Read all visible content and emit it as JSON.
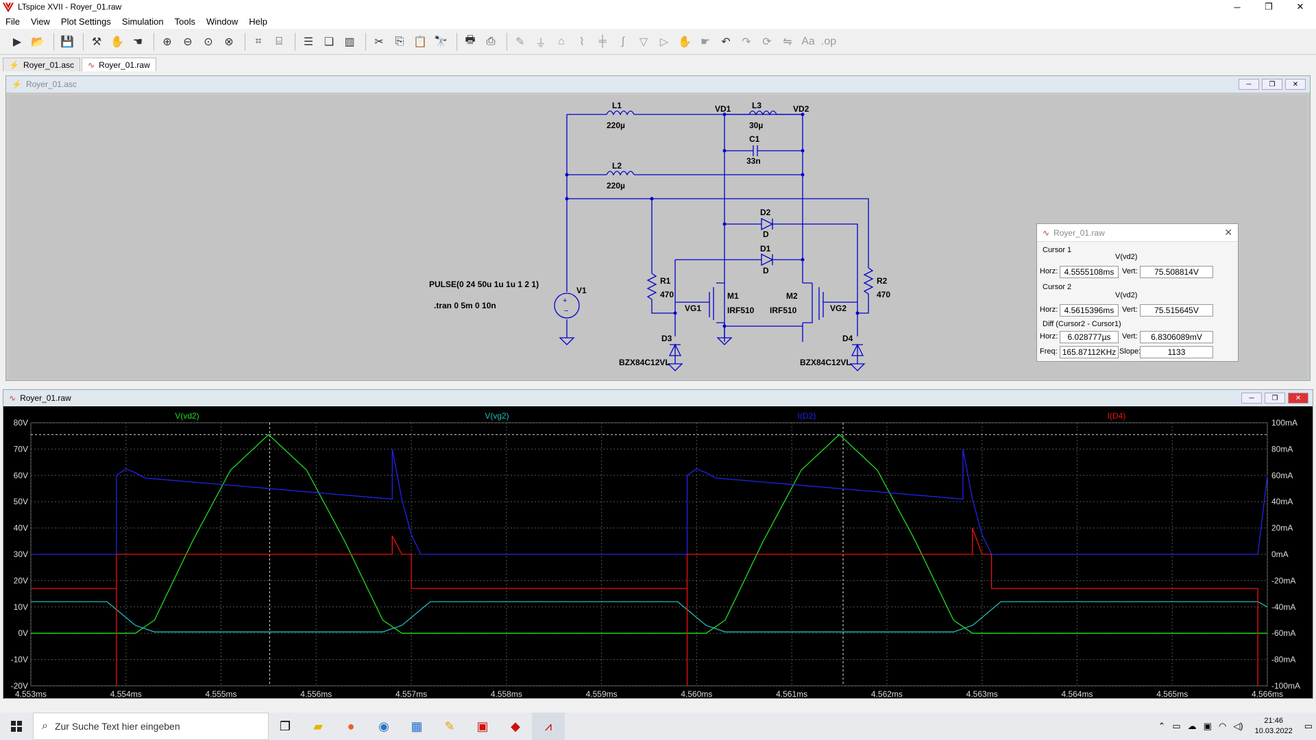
{
  "window": {
    "title": "LTspice XVII - Royer_01.raw"
  },
  "menu": [
    "File",
    "View",
    "Plot Settings",
    "Simulation",
    "Tools",
    "Window",
    "Help"
  ],
  "toolbar_icons": [
    "run-icon",
    "open-icon",
    "save-icon",
    "control-panel-icon",
    "halt-icon",
    "pan-icon",
    "zoom-in-icon",
    "zoom-out-icon",
    "zoom-fit-icon",
    "zoom-cancel-icon",
    "autoscale-icon",
    "autorange-icon",
    "tile-horizontal-icon",
    "cascade-icon",
    "tile-vertical-icon",
    "cut-icon",
    "copy-icon",
    "paste-icon",
    "find-icon",
    "print-icon",
    "print-preview-icon",
    "draw-wire-icon",
    "ground-icon",
    "label-net-icon",
    "resistor-icon",
    "capacitor-icon",
    "inductor-icon",
    "diode-icon",
    "component-icon",
    "move-icon",
    "drag-icon",
    "undo-icon",
    "redo-icon",
    "rotate-icon",
    "mirror-icon",
    "text-icon",
    "spice-directive-icon"
  ],
  "tabs": [
    {
      "label": "Royer_01.asc"
    },
    {
      "label": "Royer_01.raw"
    }
  ],
  "schematic": {
    "title": "Royer_01.asc",
    "labels": {
      "L1": "L1",
      "L1v": "220µ",
      "L2": "L2",
      "L2v": "220µ",
      "L3": "L3",
      "L3v": "30µ",
      "C1": "C1",
      "C1v": "33n",
      "VD1": "VD1",
      "VD2": "VD2",
      "D2": "D2",
      "D2v": "D",
      "D1": "D1",
      "D1v": "D",
      "R1": "R1",
      "R1v": "470",
      "R2": "R2",
      "R2v": "470",
      "V1": "V1",
      "M1": "M1",
      "M1v": "IRF510",
      "M2": "M2",
      "M2v": "IRF510",
      "VG1": "VG1",
      "VG2": "VG2",
      "D3": "D3",
      "D3v": "BZX84C12VL",
      "D4": "D4",
      "D4v": "BZX84C12VL",
      "pulse": "PULSE(0 24 50u 1u 1u 1 2 1)",
      "tran": ".tran 0 5m 0 10n"
    }
  },
  "cursor_dialog": {
    "title": "Royer_01.raw",
    "cursor1_label": "Cursor 1",
    "cursor1_trace": "V(vd2)",
    "cursor1_horz": "4.5555108ms",
    "cursor1_vert": "75.508814V",
    "cursor2_label": "Cursor 2",
    "cursor2_trace": "V(vd2)",
    "cursor2_horz": "4.5615396ms",
    "cursor2_vert": "75.515645V",
    "diff_label": "Diff (Cursor2 - Cursor1)",
    "diff_horz": "6.028777µs",
    "diff_vert": "6.8306089mV",
    "freq": "165.87112KHz",
    "slope": "1133",
    "horz_label": "Horz:",
    "vert_label": "Vert:",
    "freq_label": "Freq:",
    "slope_label": "Slope:"
  },
  "plot": {
    "title": "Royer_01.raw",
    "traces": [
      {
        "name": "V(vd2)",
        "color": "#22dd22"
      },
      {
        "name": "V(vg2)",
        "color": "#22bbbb"
      },
      {
        "name": "I(D2)",
        "color": "#2222ee"
      },
      {
        "name": "I(D4)",
        "color": "#ee1111"
      }
    ],
    "left_ticks": [
      "80V",
      "70V",
      "60V",
      "50V",
      "40V",
      "30V",
      "20V",
      "10V",
      "0V",
      "-10V",
      "-20V"
    ],
    "right_ticks": [
      "100mA",
      "80mA",
      "60mA",
      "40mA",
      "20mA",
      "0mA",
      "-20mA",
      "-40mA",
      "-60mA",
      "-80mA",
      "-100mA"
    ],
    "x_ticks": [
      "4.553ms",
      "4.554ms",
      "4.555ms",
      "4.556ms",
      "4.557ms",
      "4.558ms",
      "4.559ms",
      "4.560ms",
      "4.561ms",
      "4.562ms",
      "4.563ms",
      "4.564ms",
      "4.565ms",
      "4.566ms"
    ]
  },
  "chart_data": {
    "type": "line",
    "x_unit": "ms",
    "xlim": [
      4.553,
      4.566
    ],
    "ylim_left": [
      -20,
      80
    ],
    "ylim_right": [
      -100,
      100
    ],
    "grid": true,
    "cursors_x": [
      4.5555108,
      4.5615396
    ],
    "cursor_y": 75.51,
    "series": [
      {
        "name": "V(vd2)",
        "axis": "left",
        "x": [
          4.553,
          4.5541,
          4.5543,
          4.5547,
          4.5551,
          4.5555,
          4.5559,
          4.5563,
          4.5567,
          4.5569,
          4.5601,
          4.5603,
          4.5607,
          4.5611,
          4.5615,
          4.5619,
          4.5623,
          4.5627,
          4.5629,
          4.566
        ],
        "y": [
          0,
          0,
          5,
          35,
          62,
          75.5,
          62,
          35,
          5,
          0,
          0,
          5,
          35,
          62,
          75.5,
          62,
          35,
          5,
          0,
          0
        ]
      },
      {
        "name": "V(vg2)",
        "axis": "left",
        "x": [
          4.553,
          4.5538,
          4.554,
          4.5541,
          4.5543,
          4.5567,
          4.5569,
          4.557,
          4.5572,
          4.5598,
          4.56,
          4.5601,
          4.5603,
          4.5627,
          4.5629,
          4.563,
          4.5632,
          4.5659,
          4.566
        ],
        "y": [
          12,
          12,
          6,
          3,
          0.5,
          0.5,
          3,
          6,
          12,
          12,
          6,
          3,
          0.5,
          0.5,
          3,
          6,
          12,
          12,
          10
        ]
      },
      {
        "name": "I(D2)",
        "axis": "right",
        "x": [
          4.553,
          4.5539,
          4.5539,
          4.554,
          4.5541,
          4.5542,
          4.5568,
          4.5568,
          4.5569,
          4.557,
          4.5571,
          4.5599,
          4.5599,
          4.56,
          4.5601,
          4.5602,
          4.5628,
          4.5628,
          4.5629,
          4.563,
          4.5631,
          4.5659,
          4.566
        ],
        "y": [
          0,
          0,
          60,
          65,
          62,
          58,
          42,
          80,
          42,
          15,
          0,
          0,
          60,
          65,
          62,
          58,
          42,
          80,
          42,
          15,
          0,
          0,
          60
        ]
      },
      {
        "name": "I(D4)",
        "axis": "right",
        "x": [
          4.553,
          4.5539,
          4.5539,
          4.5539,
          4.554,
          4.5568,
          4.5568,
          4.5569,
          4.557,
          4.557,
          4.5599,
          4.5599,
          4.5599,
          4.56,
          4.5629,
          4.5629,
          4.563,
          4.5631,
          4.5631,
          4.5659,
          4.5659
        ],
        "y": [
          -26,
          -26,
          -100,
          0,
          0,
          0,
          14,
          0,
          0,
          -26,
          -26,
          -100,
          0,
          0,
          0,
          20,
          0,
          0,
          -26,
          -26,
          -100
        ]
      }
    ]
  }
}
